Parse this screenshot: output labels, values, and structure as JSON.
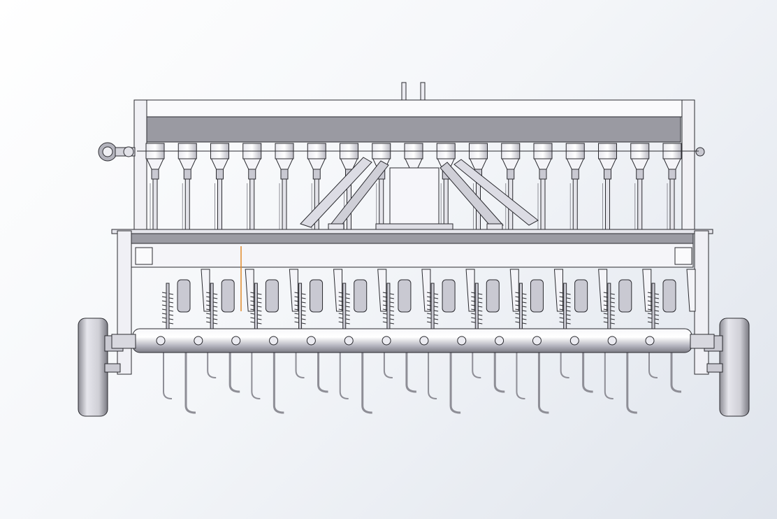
{
  "viewport": {
    "background_light": "#ffffff",
    "background_dark": "#dfe4ec",
    "description_icon": "cad-model-view"
  },
  "model": {
    "kind": "seed-drill-front-view",
    "seed_metering_units": 17,
    "furrow_openers": 12,
    "wheels": 2,
    "colors": {
      "steel_light": "#f4f4f8",
      "steel_mid": "#c9c9d2",
      "steel_dark": "#8e8e96",
      "outline": "#2b2b30",
      "hopper_band": "#9a9aa2",
      "accent_orange": "#e08a2a"
    }
  }
}
